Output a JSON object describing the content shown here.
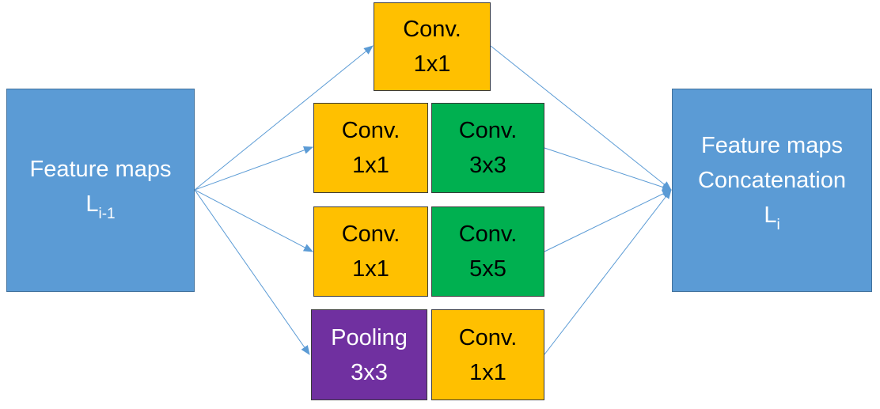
{
  "input": {
    "title": "Feature maps",
    "symbol": "L",
    "subscript": "i-1"
  },
  "output": {
    "title_line1": "Feature maps",
    "title_line2": "Concatenation",
    "symbol": "L",
    "subscript": "i"
  },
  "branches": [
    {
      "id": "branch-1",
      "blocks": [
        {
          "line1": "Conv.",
          "line2": "1x1",
          "color": "#FFC000"
        }
      ]
    },
    {
      "id": "branch-2",
      "blocks": [
        {
          "line1": "Conv.",
          "line2": "1x1",
          "color": "#FFC000"
        },
        {
          "line1": "Conv.",
          "line2": "3x3",
          "color": "#00B050"
        }
      ]
    },
    {
      "id": "branch-3",
      "blocks": [
        {
          "line1": "Conv.",
          "line2": "1x1",
          "color": "#FFC000"
        },
        {
          "line1": "Conv.",
          "line2": "5x5",
          "color": "#00B050"
        }
      ]
    },
    {
      "id": "branch-4",
      "blocks": [
        {
          "line1": "Pooling",
          "line2": "3x3",
          "color": "#7030A0"
        },
        {
          "line1": "Conv.",
          "line2": "1x1",
          "color": "#FFC000"
        }
      ]
    }
  ],
  "colors": {
    "node_blue": "#5B9BD5",
    "conv_yellow": "#FFC000",
    "conv_green": "#00B050",
    "pool_purple": "#7030A0",
    "arrow": "#5B9BD5"
  }
}
